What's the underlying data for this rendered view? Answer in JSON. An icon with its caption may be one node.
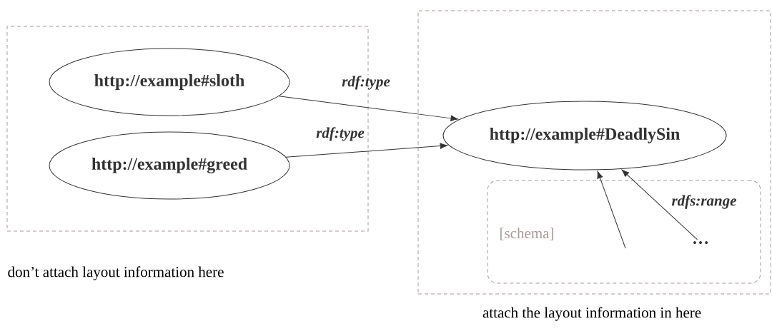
{
  "diagram": {
    "nodes": [
      {
        "text": [],
        "shape": "box",
        "beside": [
          "don’t attach layout information here"
        ]
      },
      {
        "text": [
          "http://example#sloth"
        ],
        "in": 0
      },
      {
        "text": [
          "http://example#greed"
        ],
        "in": 0
      },
      {
        "text": [],
        "shape": "box",
        "beside": [
          "attach the layout information in here"
        ]
      },
      {
        "text": [
          "http://example#DeadlySin"
        ],
        "in": 3
      },
      {
        "text": [
          "[schema]"
        ],
        "in": 3
      },
      {
        "text": [
          "…"
        ],
        "in": 5
      }
    ],
    "edges": [
      {
        "from": 1,
        "to": 4,
        "arrow": "to",
        "label": "rdf:type"
      },
      {
        "from": 2,
        "to": 4,
        "arrow": "to",
        "label": "rdf:type"
      },
      {
        "from": null,
        "to": 4,
        "arrow": "to"
      },
      {
        "from": 6,
        "to": 4,
        "arrow": "to",
        "label": "rdfs:range"
      }
    ]
  }
}
